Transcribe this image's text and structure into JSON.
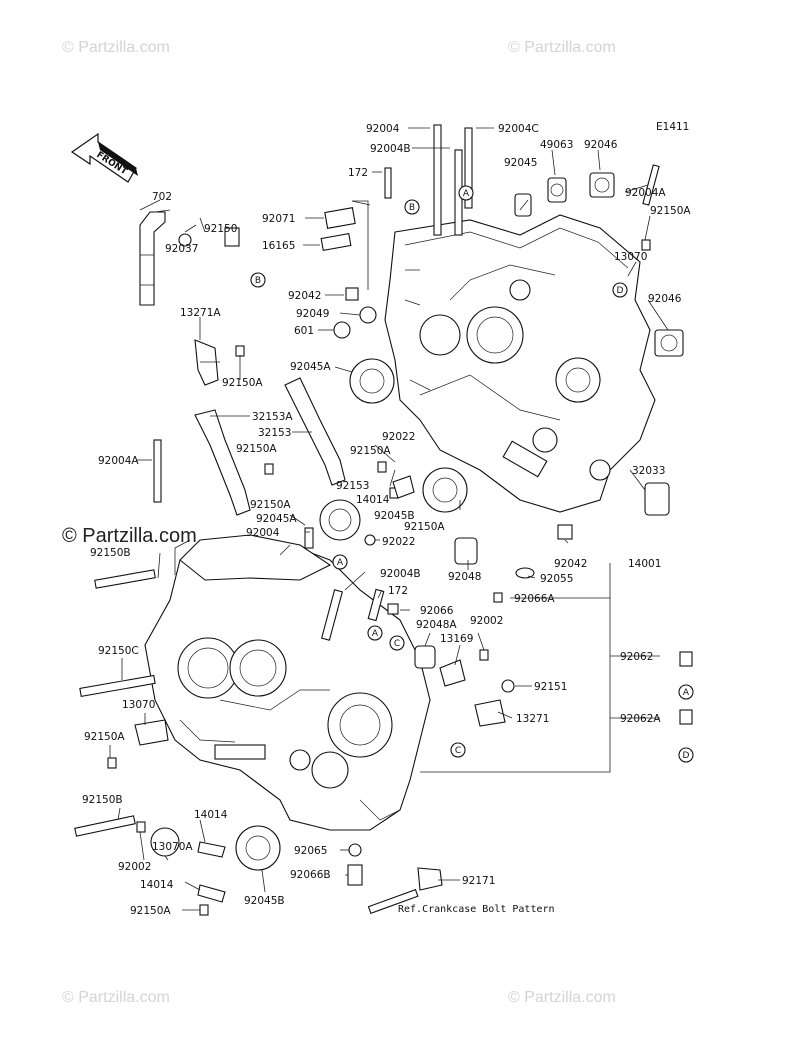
{
  "diagram_code": "E1411",
  "front_label": "FRONT",
  "watermark": "© Partzilla.com",
  "watermark_center": "© Partzilla.com",
  "ref_note": "Ref.Crankcase Bolt Pattern",
  "labels": {
    "l92004": "92004",
    "l92004C": "92004C",
    "l92004B_top": "92004B",
    "l49063": "49063",
    "l92046_top": "92046",
    "l92045": "92045",
    "l172_top": "172",
    "l92004A_right": "92004A",
    "l92150A_r1": "92150A",
    "l13070_r": "13070",
    "l702": "702",
    "l92150": "92150",
    "l92037": "92037",
    "l92071": "92071",
    "l16165": "16165",
    "l92042_top": "92042",
    "l92049": "92049",
    "l601": "601",
    "l92046_mid": "92046",
    "l13271A": "13271A",
    "l92150A_l1": "92150A",
    "l92045A_top": "92045A",
    "l32153A": "32153A",
    "l32153": "32153",
    "l92150A_l2": "92150A",
    "l92022_top": "92022",
    "l92150A_c1": "92150A",
    "l92004A_left": "92004A",
    "l92153": "92153",
    "l14014_c": "14014",
    "l32033": "32033",
    "l92150A_l3": "92150A",
    "l92045A_mid": "92045A",
    "l92045B_c": "92045B",
    "l92150A_c2": "92150A",
    "l92004_mid": "92004",
    "l92022_mid": "92022",
    "l92150B_top": "92150B",
    "l92004B_mid": "92004B",
    "l92048": "92048",
    "l92055": "92055",
    "l92042_r": "92042",
    "l14001": "14001",
    "l172_mid": "172",
    "l92066A": "92066A",
    "l92066": "92066",
    "l92048A": "92048A",
    "l92002_r": "92002",
    "l13169": "13169",
    "l92150C": "92150C",
    "l92062": "92062",
    "l92151": "92151",
    "l13070_l": "13070",
    "l13271": "13271",
    "l92062A": "92062A",
    "l92150A_l4": "92150A",
    "l92150B_bot": "92150B",
    "l14014_b1": "14014",
    "l13070A": "13070A",
    "l92002_b": "92002",
    "l92065": "92065",
    "l92066B": "92066B",
    "l92171": "92171",
    "l14014_b2": "14014",
    "l92045B_b": "92045B",
    "l92150A_b": "92150A"
  },
  "callouts": {
    "A": "A",
    "B": "B",
    "C": "C",
    "D": "D"
  }
}
